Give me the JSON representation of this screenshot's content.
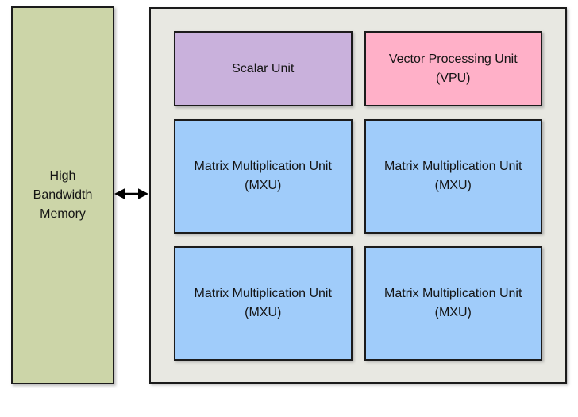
{
  "diagram": {
    "memory": {
      "label": "High\nBandwidth\nMemory",
      "color": "#ccd5a8"
    },
    "connector": {
      "icon": "double-headed-arrow",
      "color": "#000000"
    },
    "chip": {
      "background": "#e8e8e2",
      "blocks": [
        {
          "label": "Scalar Unit",
          "color": "#c9b1dc"
        },
        {
          "label": "Vector Processing Unit\n(VPU)",
          "color": "#ffb0c8"
        },
        {
          "label": "Matrix Multiplication Unit\n(MXU)",
          "color": "#a0ccfa"
        },
        {
          "label": "Matrix Multiplication Unit\n(MXU)",
          "color": "#a0ccfa"
        },
        {
          "label": "Matrix Multiplication Unit\n(MXU)",
          "color": "#a0ccfa"
        },
        {
          "label": "Matrix Multiplication Unit\n(MXU)",
          "color": "#a0ccfa"
        }
      ]
    }
  }
}
